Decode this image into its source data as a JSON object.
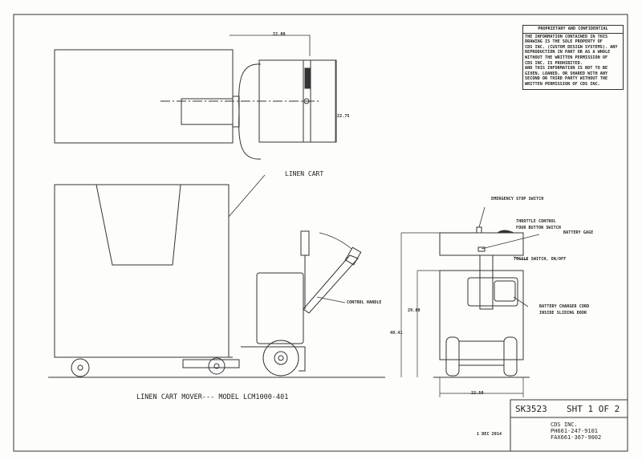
{
  "notice": {
    "title": "PROPRIETARY AND CONFIDENTIAL",
    "body": "THE INFORMATION CONTAINED IN THIS\nDRAWING IS THE SOLE PROPERTY OF\nCDS INC. (CUSTOM DESIGN SYSTEMS). ANY\nREPRODUCTION IN PART OR AS A WHOLE\nWITHOUT THE WRITTEN PERMISSION OF\nCDS INC. IS PROHIBITED.\nAND THIS INFORMATION IS NOT TO BE\nGIVEN, LOANED, OR SHARED WITH ANY\nSECOND OR THIRD PARTY WITHOUT THE\nWRITTEN PERMISSION OF CDS INC."
  },
  "dimensions": {
    "top_width": "22.00",
    "top_depth": "22.75",
    "front_height_1": "29.80",
    "front_height_2": "40.41",
    "front_width": "22.50"
  },
  "labels": {
    "linen_cart": "LINEN CART",
    "control_handle": "CONTROL HANDLE",
    "emergency_stop": "EMERGENCY STOP SWITCH",
    "throttle_1": "THROTTLE CONTROL",
    "throttle_2": "FOUR BUTTON SWITCH",
    "battery_gage": "BATTERY GAGE",
    "toggle": "TOGGLE SWITCH, ON/OFF",
    "charger_1": "BATTERY CHARGER CORD",
    "charger_2": "INSIDE SLIDING DOOR"
  },
  "caption": "LINEN CART MOVER--- MODEL LCM1000-401",
  "title_block": {
    "drawing_no": "SK3523",
    "sheet": "SHT 1 OF 2",
    "company": "CDS INC.",
    "phone": "PH661-247-9101",
    "fax": "FAX661-367-9002",
    "date": "1 DEC 2014"
  }
}
